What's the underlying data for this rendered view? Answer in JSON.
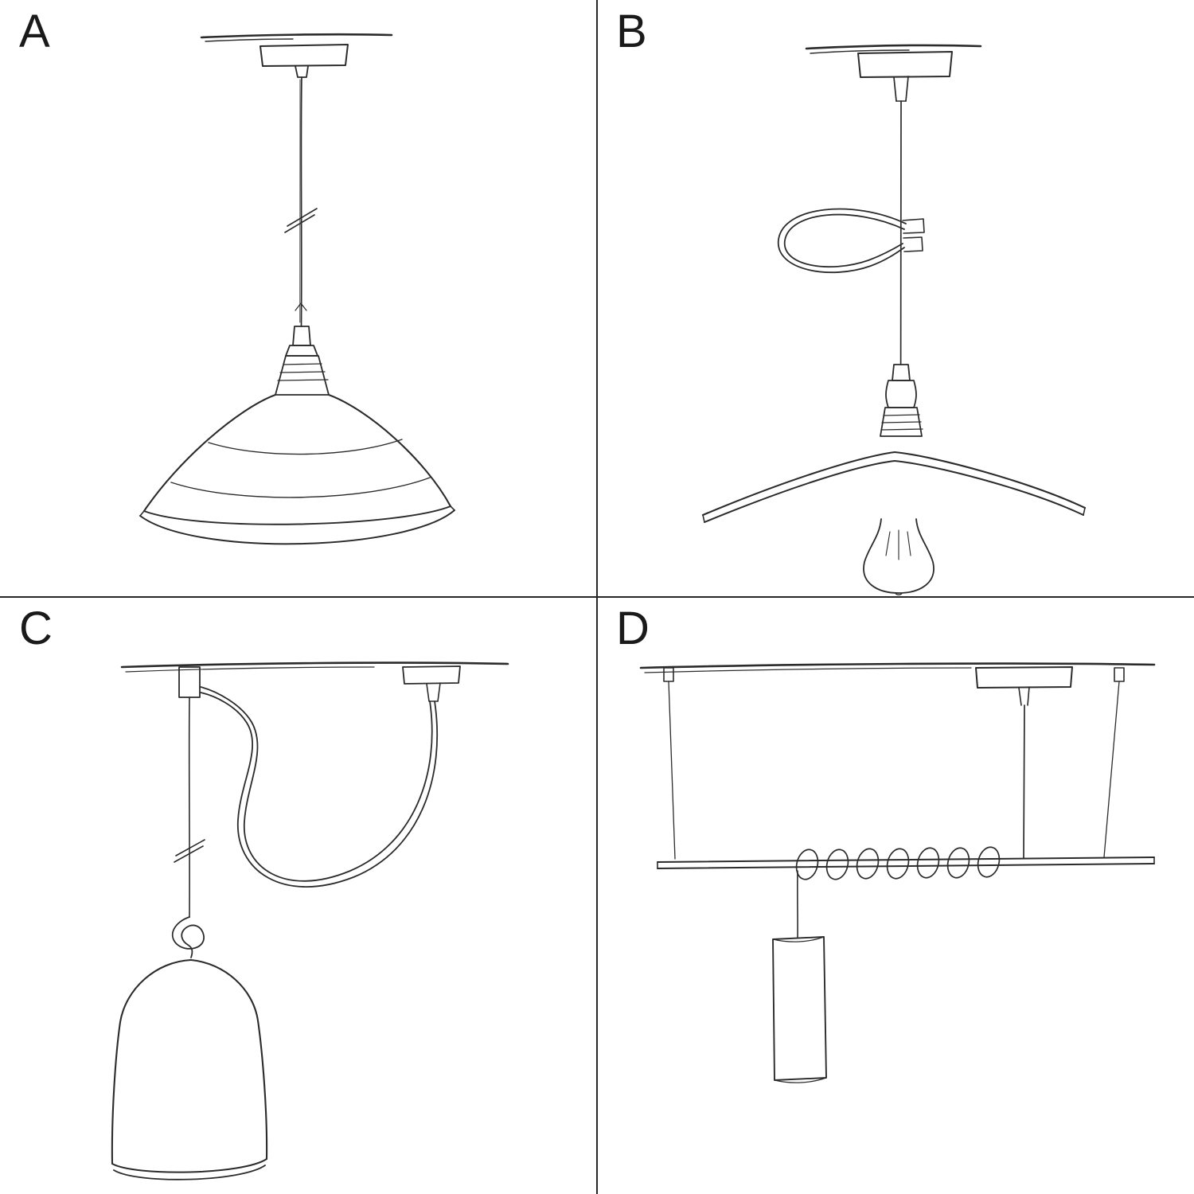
{
  "page": {
    "background_color": "#ffffff",
    "sketch_stroke_color": "#2b2b2b",
    "divider_color": "#262626",
    "label_color": "#1a1a1a"
  },
  "quadrants": [
    {
      "label": "A",
      "sketch": "pendant-cord-with-metal-bistro-shade-sketch"
    },
    {
      "label": "B",
      "sketch": "pendant-with-cable-hook-flat-plate-shade-and-bulb-sketch"
    },
    {
      "label": "C",
      "sketch": "swag-pendant-with-knot-and-bell-shade-sketch"
    },
    {
      "label": "D",
      "sketch": "suspended-bar-with-coiled-cable-and-tube-shade-sketch"
    }
  ]
}
